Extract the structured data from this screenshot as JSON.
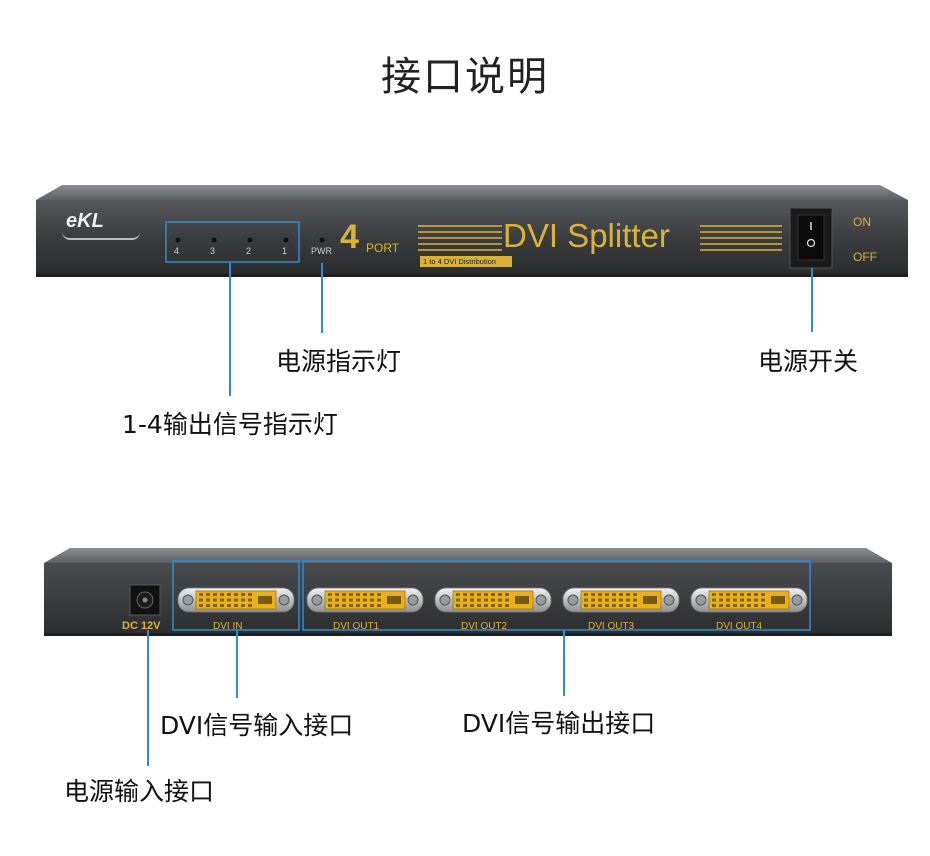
{
  "title": "接口说明",
  "front_panel": {
    "brand": "eKL",
    "channel_numbers": [
      "4",
      "3",
      "2",
      "1"
    ],
    "pwr_label": "PWR",
    "port_count": "4",
    "port_word": "PORT",
    "product_name": "DVI Splitter",
    "tagline": "1 to 4 DVI Distribution",
    "switch_on_label": "ON",
    "switch_off_label": "OFF"
  },
  "back_panel": {
    "dc_label": "DC 12V",
    "ports": [
      "DVI IN",
      "DVI OUT1",
      "DVI OUT2",
      "DVI OUT3",
      "DVI OUT4"
    ]
  },
  "callouts": {
    "power_indicator": "电源指示灯",
    "power_switch": "电源开关",
    "output_indicators": "1-4输出信号指示灯",
    "dvi_input": "DVI信号输入接口",
    "dvi_output": "DVI信号输出接口",
    "power_input": "电源输入接口"
  },
  "colors": {
    "panel_body": "#3a3b3d",
    "panel_label_gold": "#d9b23a",
    "callout_line_blue": "#2a8fd6",
    "dvi_connector_gold": "#e8b21e"
  }
}
